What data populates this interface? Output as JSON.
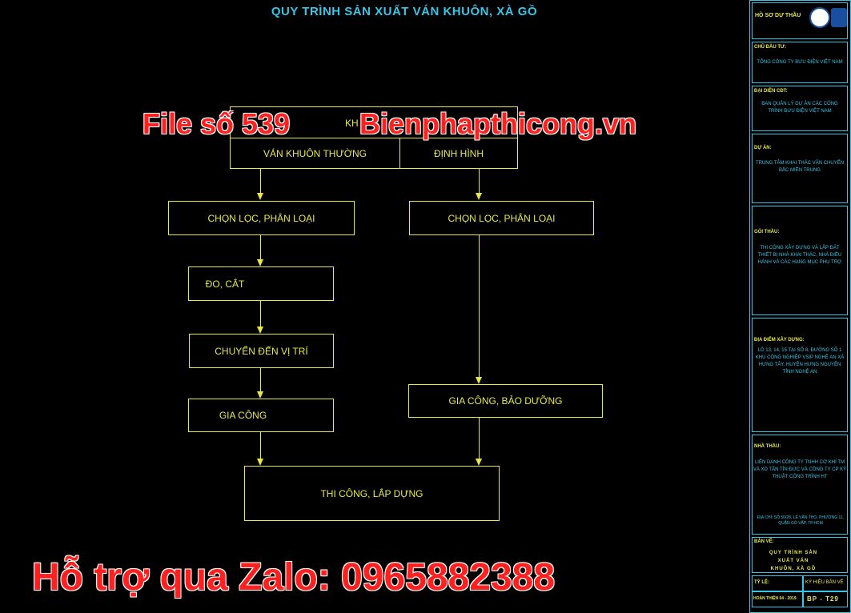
{
  "title": "QUY TRÌNH SẢN XUẤT VÁN KHUÔN, XÀ GỒ",
  "boxes": {
    "top_left": "VÁN KHUÔN THƯỜNG",
    "top_right": "ĐỊNH HÌNH",
    "top_header": "KH",
    "chon_loc_left": "CHỌN LỌC, PHÂN LOẠI",
    "chon_loc_right": "CHỌN LỌC, PHÂN LOẠI",
    "do_cat": "ĐO, CẮT",
    "chuyen_den": "CHUYỂN ĐẾN VỊ TRÍ",
    "gia_cong": "GIA CÔNG",
    "gia_cong_bao_duong": "GIA CÔNG, BẢO DƯỠNG",
    "thi_cong": "THI CÔNG, LẮP DỰNG"
  },
  "watermark": {
    "file": "File số 539",
    "site": "Bienphapthicong.vn",
    "support": "Hỗ trợ qua Zalo: 0965882388"
  },
  "sidebar": {
    "header": "HỒ SƠ DỰ THẦU",
    "chu_dau_tu_label": "CHỦ ĐẦU TƯ:",
    "chu_dau_tu": "TỔNG CÔNG TY BƯU ĐIỆN VIỆT NAM",
    "dai_dien_label": "ĐẠI DIỆN CĐT:",
    "dai_dien": "BAN QUẢN LÝ DỰ ÁN CÁC CÔNG TRÌNH BƯU ĐIỆN VIỆT NAM",
    "du_an_label": "DỰ ÁN:",
    "du_an": "TRUNG TÂM KHAI THÁC VẬN CHUYỂN BẮC MIỀN TRUNG",
    "goi_thau_label": "GÓI THẦU:",
    "goi_thau": "THI CÔNG XÂY DỰNG VÀ LẮP ĐẶT THIẾT BỊ NHÀ KHAI THÁC, NHÀ ĐIỀU HÀNH VÀ CÁC HẠNG MỤC PHỤ TRỢ",
    "dia_diem_label": "ĐỊA ĐIỂM XÂY DỰNG:",
    "dia_diem": "LÔ 13, 14, 15 TẠI SỐ 8, ĐƯỜNG SỐ 1 KHU CÔNG NGHIỆP VSIP NGHỆ AN XÃ HƯNG TÂY, HUYỆN HƯNG NGUYÊN TỈNH NGHỆ AN",
    "nha_thau_label": "NHÀ THẦU:",
    "nha_thau": "LIÊN DANH CÔNG TY TNHH CƠ KHÍ TM VÀ XD TÂN TÍN ĐỨC VÀ CÔNG TY CP KỸ THUẬT CÔNG TRÌNH HT",
    "nha_thau_addr": "ĐỊA CHỈ: SỐ 50/28, LÊ VĂN THỌ, PHƯỜNG 11, QUẬN GÒ VẤP, TP.HCM",
    "ban_ve_label": "BẢN VẼ:",
    "ban_ve": "QUY TRÌNH SẢN XUẤT VÁN KHUÔN, XÀ GỒ",
    "ty_le_label": "TỶ LỆ:",
    "ky_hieu_label": "KÝ HIỆU BẢN VẼ",
    "ky_hieu": "BP - T29",
    "date": "HOÀN THIỆN 04 - 2019"
  },
  "colors": {
    "line": "#e8e84a",
    "title": "#38c6e8",
    "watermark": "#ff2020"
  }
}
